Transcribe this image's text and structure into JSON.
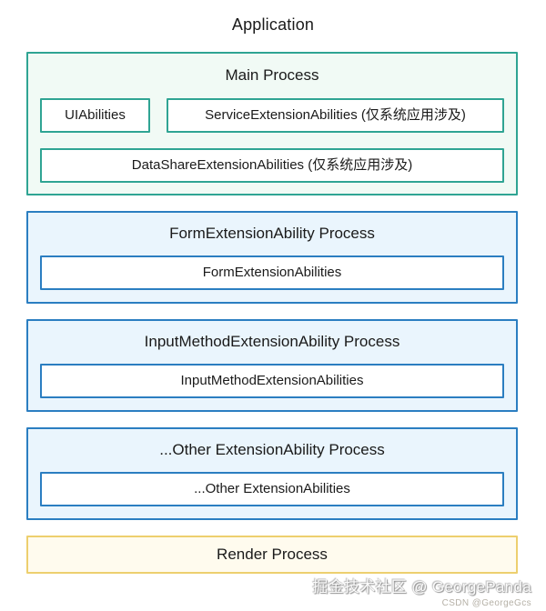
{
  "title": "Application",
  "colors": {
    "teal_border": "#2FA493",
    "teal_bg": "#F1FAF5",
    "blue_border": "#2B7EC1",
    "blue_bg": "#EAF5FD",
    "yellow_border": "#EDCF6E",
    "yellow_bg": "#FFFBEE",
    "inner_box_bg": "#FFFFFF",
    "text": "#1A1A1A"
  },
  "processes": {
    "main": {
      "title": "Main Process",
      "abilities": {
        "ui": "UIAbilities",
        "service": "ServiceExtensionAbilities (仅系统应用涉及)",
        "datashare": "DataShareExtensionAbilities (仅系统应用涉及)"
      }
    },
    "form": {
      "title": "FormExtensionAbility Process",
      "ability": "FormExtensionAbilities"
    },
    "input": {
      "title": "InputMethodExtensionAbility Process",
      "ability": "InputMethodExtensionAbilities"
    },
    "other": {
      "title": "...Other ExtensionAbility Process",
      "ability": "...Other ExtensionAbilities"
    },
    "render": {
      "title": "Render Process"
    }
  },
  "watermark": {
    "line1": "掘金技术社区 @ GeorgePanda",
    "line2": "CSDN @GeorgeGcs"
  }
}
